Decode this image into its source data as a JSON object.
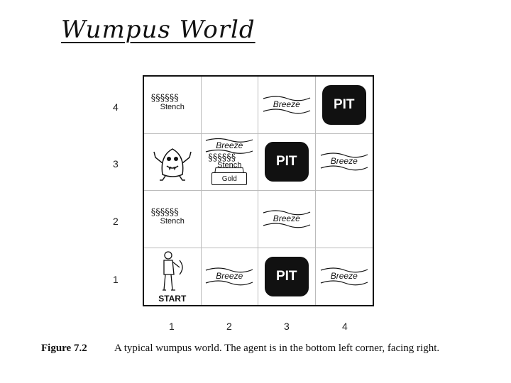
{
  "title": "Wumpus World",
  "grid": {
    "row_labels": [
      "4",
      "3",
      "2",
      "1"
    ],
    "col_labels": [
      "1",
      "2",
      "3",
      "4"
    ],
    "cells": {
      "r4c1": {
        "text": "Stench"
      },
      "r4c3": {
        "text": "Breeze"
      },
      "r4c4": {
        "text": "PIT"
      },
      "r3c2": {
        "breeze": "Breeze",
        "stench": "Stench",
        "gold": "Gold"
      },
      "r3c3": {
        "text": "PIT"
      },
      "r3c4": {
        "text": "Breeze"
      },
      "r2c1": {
        "text": "Stench"
      },
      "r2c3": {
        "text": "Breeze"
      },
      "r1c1": {
        "text": "START"
      },
      "r1c2": {
        "text": "Breeze"
      },
      "r1c3": {
        "text": "PIT"
      },
      "r1c4": {
        "text": "Breeze"
      }
    }
  },
  "caption": {
    "figure": "Figure 7.2",
    "text": "A typical wumpus world. The agent is in the bottom left corner, facing right."
  }
}
